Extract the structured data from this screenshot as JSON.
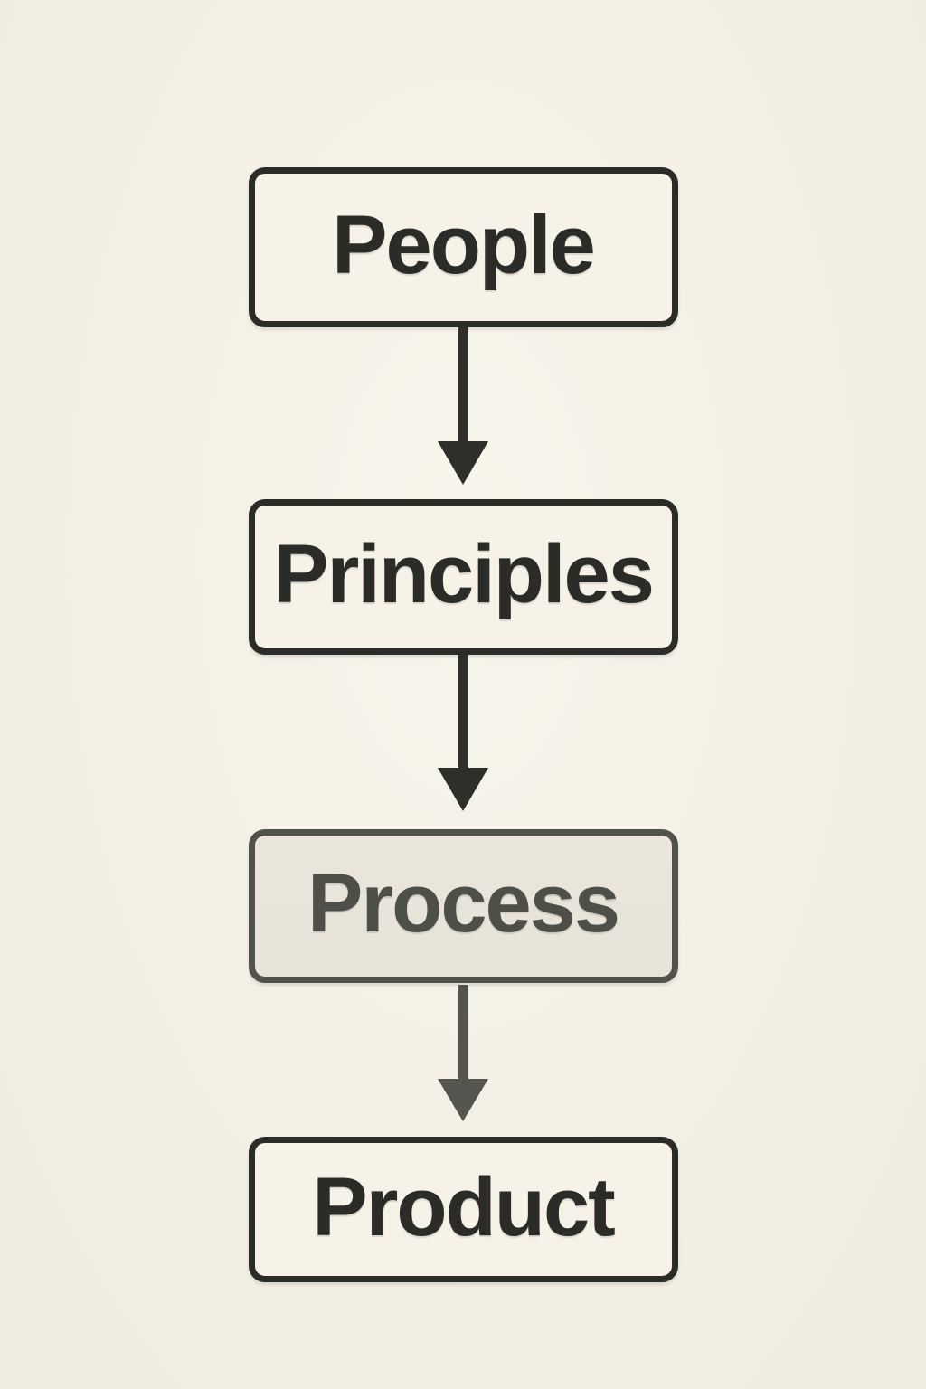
{
  "diagram": {
    "type": "flowchart",
    "direction": "top-down",
    "nodes": [
      {
        "id": "people",
        "label": "People",
        "emphasis": "default"
      },
      {
        "id": "principles",
        "label": "Principles",
        "emphasis": "default"
      },
      {
        "id": "process",
        "label": "Process",
        "emphasis": "highlighted"
      },
      {
        "id": "product",
        "label": "Product",
        "emphasis": "default"
      }
    ],
    "edges": [
      {
        "from": "people",
        "to": "principles",
        "style": "dark-arrow"
      },
      {
        "from": "principles",
        "to": "process",
        "style": "dark-arrow"
      },
      {
        "from": "process",
        "to": "product",
        "style": "gray-arrow"
      }
    ]
  },
  "colors": {
    "bg": "#f5f1e5",
    "node_fill": "#f6f2e8",
    "node_border": "#2b2b28",
    "node_text": "#2b2b28",
    "arrow_dark": "#2e2e2b",
    "arrow_gray": "#55554f",
    "highlight_fill": "#eae6dc",
    "highlight_border": "#52524d",
    "highlight_text": "#4f4f4a"
  }
}
